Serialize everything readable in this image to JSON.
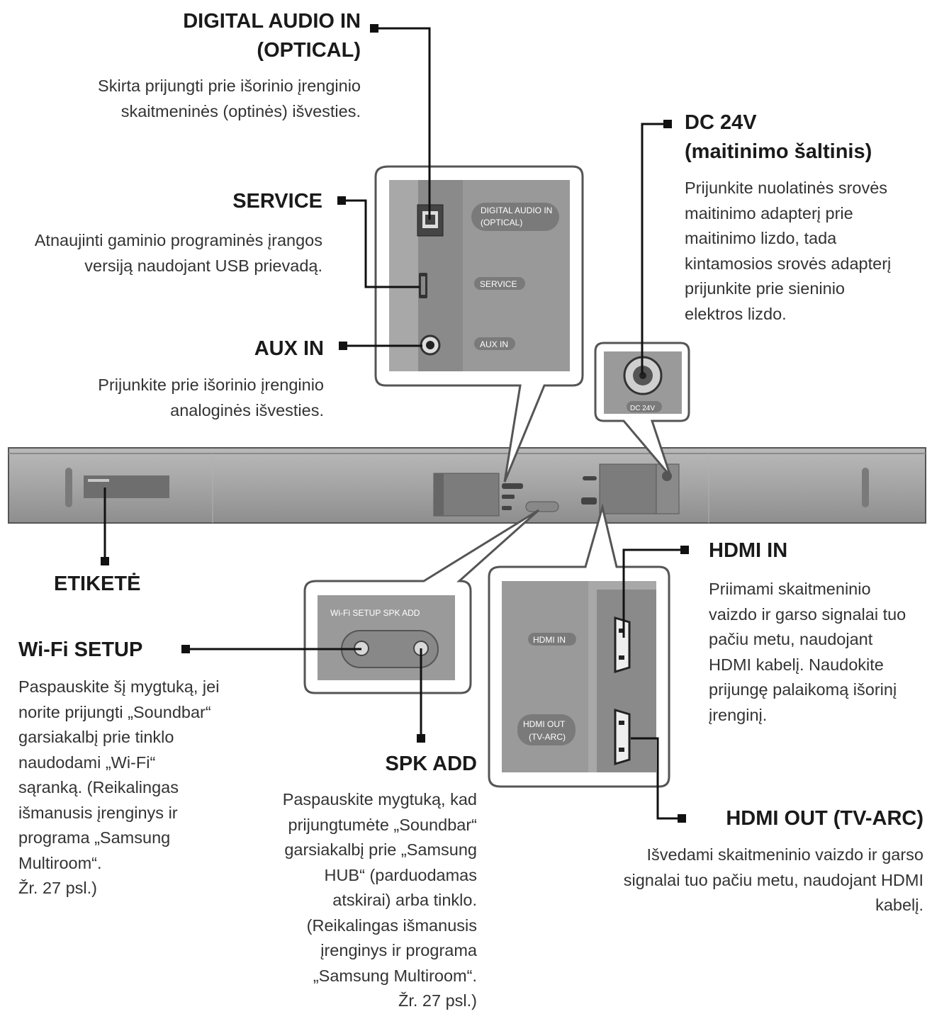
{
  "labels": {
    "digital_audio_in": {
      "title_line1": "DIGITAL AUDIO IN",
      "title_line2": "(OPTICAL)",
      "description": [
        "Skirta prijungti prie išorinio įrenginio",
        "skaitmeninės (optinės) išvesties."
      ]
    },
    "service": {
      "title": "SERVICE",
      "description": [
        "Atnaujinti gaminio programinės įrangos",
        "versiją naudojant USB prievadą."
      ]
    },
    "aux_in": {
      "title": "AUX IN",
      "description": [
        "Prijunkite prie išorinio įrenginio",
        "analoginės išvesties."
      ]
    },
    "dc_24v": {
      "title_line1": "DC 24V",
      "title_line2": "(maitinimo šaltinis)",
      "description": [
        "Prijunkite nuolatinės srovės",
        "maitinimo adapterį prie",
        "maitinimo lizdo, tada",
        "kintamosios srovės adapterį",
        "prijunkite prie sieninio",
        "elektros lizdo."
      ]
    },
    "etikete": {
      "title": "ETIKETĖ"
    },
    "hdmi_in": {
      "title": "HDMI IN",
      "description": [
        "Priimami skaitmeninio",
        "vaizdo ir garso signalai tuo",
        "pačiu metu, naudojant",
        "HDMI kabelį. Naudokite",
        "prijungę palaikomą išorinį",
        "įrenginį."
      ]
    },
    "wifi_setup": {
      "title": "Wi-Fi SETUP",
      "description": [
        "Paspauskite šį mygtuką, jei",
        "norite prijungti „Soundbar“",
        "garsiakalbį prie tinklo",
        "naudodami „Wi-Fi“",
        "sąranką. (Reikalingas",
        "išmanusis įrenginys ir",
        "programa „Samsung",
        "Multiroom“.",
        "Žr. 27 psl.)"
      ]
    },
    "spk_add": {
      "title": "SPK ADD",
      "description": [
        "Paspauskite mygtuką, kad",
        "prijungtumėte „Soundbar“",
        "garsiakalbį prie „Samsung",
        "HUB“ (parduodamas",
        "atskirai) arba tinklo.",
        "(Reikalingas išmanusis",
        "įrenginys ir programa",
        "„Samsung Multiroom“.",
        "Žr. 27 psl.)"
      ]
    },
    "hdmi_out": {
      "title": "HDMI OUT (TV-ARC)",
      "description": [
        "Išvedami skaitmeninio vaizdo ir garso",
        "signalai tuo pačiu metu, naudojant HDMI",
        "kabelį."
      ]
    }
  },
  "panel_labels": {
    "digital_audio_in_line1": "DIGITAL AUDIO IN",
    "digital_audio_in_line2": "(OPTICAL)",
    "service": "SERVICE",
    "aux_in": "AUX IN",
    "dc_24v": "DC 24V",
    "wifi_spk": "Wi-Fi SETUP  SPK ADD",
    "hdmi_in": "HDMI IN",
    "hdmi_out_line1": "HDMI OUT",
    "hdmi_out_line2": "(TV-ARC)"
  },
  "colors": {
    "panel_fill": "#8c8c8c",
    "panel_inner": "#9a9a9a",
    "bar_fill": "#a0a0a0",
    "leader": "#111111",
    "text": "#1a1a1a"
  }
}
